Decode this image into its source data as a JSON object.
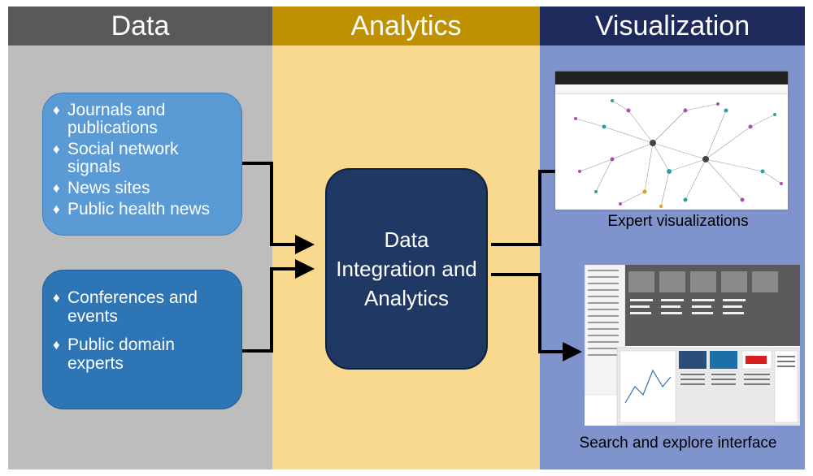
{
  "columns": {
    "data": "Data",
    "analytics": "Analytics",
    "visualization": "Visualization"
  },
  "sources": {
    "journals_box": [
      "Journals and publications",
      "Social network signals",
      "News sites",
      "Public health news"
    ],
    "conferences_box": [
      "Conferences  and events",
      "Public domain experts"
    ]
  },
  "center_box": "Data Integration and Analytics",
  "outputs": {
    "expert": "Expert visualizations",
    "search": "Search and explore interface"
  },
  "colors": {
    "data_header": "#595959",
    "analytics_header": "#bf9000",
    "visualization_header": "#1f2a5c",
    "center_box": "#203864"
  }
}
